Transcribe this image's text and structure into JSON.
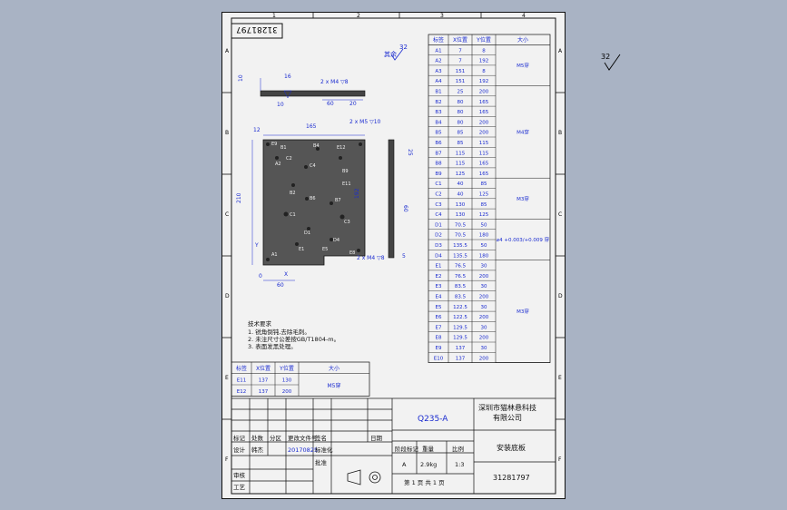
{
  "drawing": {
    "code_box": "31281797",
    "code_bottom": "31281797",
    "material": "Q235-A",
    "company_line1": "深圳市猫林悬科技",
    "company_line2": "有限公司",
    "part_name": "安装底板",
    "roughness_value": "32",
    "roughness_note": "其余",
    "roughness_outside": "32",
    "zone_letters": [
      "A",
      "B",
      "C",
      "D",
      "E",
      "F"
    ],
    "zone_numbers": [
      "1",
      "2",
      "3",
      "4"
    ],
    "tech_title": "技术要求",
    "tech_notes": [
      "1. 锐角倒钝,去除毛刺。",
      "2. 未注尺寸公差按GB/T1804-m。",
      "3. 表面发黑处理。"
    ]
  },
  "dimensions": {
    "top_thk": "10",
    "top_holes": "2 x M4 ▽8",
    "top_60": "60",
    "top_20": "20",
    "top_16": "16",
    "left_12": "12",
    "width_165": "165",
    "height_210": "210",
    "height_192": "192",
    "bottom_60": "60",
    "axis_x": "X",
    "axis_y": "Y",
    "origin": "0",
    "right_holes": "2 x M5 ▽10",
    "bottom_holes": "2 x M4 ▽8",
    "side_25": "25",
    "side_60": "60",
    "side_5": "5"
  },
  "hole_table": {
    "headers": [
      "标签",
      "X位置",
      "Y位置",
      "大小"
    ],
    "rows": [
      [
        "A1",
        "7",
        "8"
      ],
      [
        "A2",
        "7",
        "192"
      ],
      [
        "A3",
        "151",
        "8"
      ],
      [
        "A4",
        "151",
        "192"
      ],
      [
        "B1",
        "25",
        "200"
      ],
      [
        "B2",
        "80",
        "165"
      ],
      [
        "B3",
        "80",
        "165"
      ],
      [
        "B4",
        "80",
        "200"
      ],
      [
        "B5",
        "85",
        "200"
      ],
      [
        "B6",
        "85",
        "115"
      ],
      [
        "B7",
        "115",
        "115"
      ],
      [
        "B8",
        "115",
        "165"
      ],
      [
        "B9",
        "125",
        "165"
      ],
      [
        "C1",
        "40",
        "85"
      ],
      [
        "C2",
        "40",
        "125"
      ],
      [
        "C3",
        "130",
        "85"
      ],
      [
        "C4",
        "130",
        "125"
      ],
      [
        "D1",
        "70.5",
        "50"
      ],
      [
        "D2",
        "70.5",
        "180"
      ],
      [
        "D3",
        "135.5",
        "50"
      ],
      [
        "D4",
        "135.5",
        "180"
      ],
      [
        "E1",
        "76.5",
        "30"
      ],
      [
        "E2",
        "76.5",
        "200"
      ],
      [
        "E3",
        "83.5",
        "30"
      ],
      [
        "E4",
        "83.5",
        "200"
      ],
      [
        "E5",
        "122.5",
        "30"
      ],
      [
        "E6",
        "122.5",
        "200"
      ],
      [
        "E7",
        "129.5",
        "30"
      ],
      [
        "E8",
        "129.5",
        "200"
      ],
      [
        "E9",
        "137",
        "30"
      ],
      [
        "E10",
        "137",
        "200"
      ]
    ],
    "sizes": [
      "M5穿",
      "M4穿",
      "M3穿",
      "⌀4 +0.003/+0.009 穿",
      "M3穿"
    ]
  },
  "small_table": {
    "headers": [
      "标签",
      "X位置",
      "Y位置",
      "大小"
    ],
    "rows": [
      [
        "E11",
        "137",
        "130"
      ],
      [
        "E12",
        "137",
        "200"
      ]
    ],
    "size": "M5穿"
  },
  "title_block": {
    "labels": {
      "mark": "标记",
      "count": "处数",
      "zone": "分区",
      "change_doc": "更改文件号",
      "sign": "签名",
      "date": "日期",
      "design": "设计",
      "designer": "韩杰",
      "design_date": "20170825",
      "std": "标准化",
      "review": "审核",
      "process": "工艺",
      "approve": "批准",
      "stage": "阶段标记",
      "weight": "重量",
      "scale": "比例",
      "stage_value": "A",
      "weight_value": "2.9kg",
      "scale_value": "1:3",
      "sheet": "第 1 页 共 1 页"
    }
  }
}
